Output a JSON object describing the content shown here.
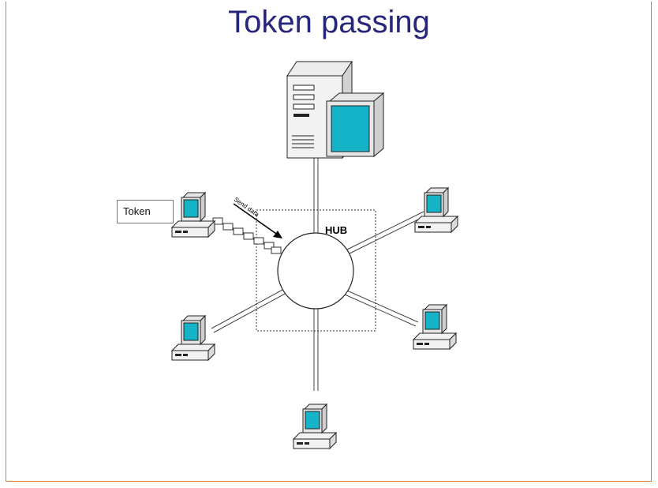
{
  "title": "Token passing",
  "labels": {
    "token": "Token",
    "hub": "HUB",
    "send_data": "Send data"
  },
  "colors": {
    "title": "#26267a",
    "screen": "#14b3c8",
    "frame": "#e07b2c"
  },
  "nodes": [
    {
      "name": "server",
      "icon": "server-tower-with-monitor"
    },
    {
      "name": "workstation-upper-left",
      "icon": "desktop-computer-icon"
    },
    {
      "name": "workstation-upper-right",
      "icon": "desktop-computer-icon"
    },
    {
      "name": "workstation-lower-left",
      "icon": "desktop-computer-icon"
    },
    {
      "name": "workstation-lower-right",
      "icon": "desktop-computer-icon"
    },
    {
      "name": "workstation-bottom",
      "icon": "desktop-computer-icon"
    }
  ]
}
